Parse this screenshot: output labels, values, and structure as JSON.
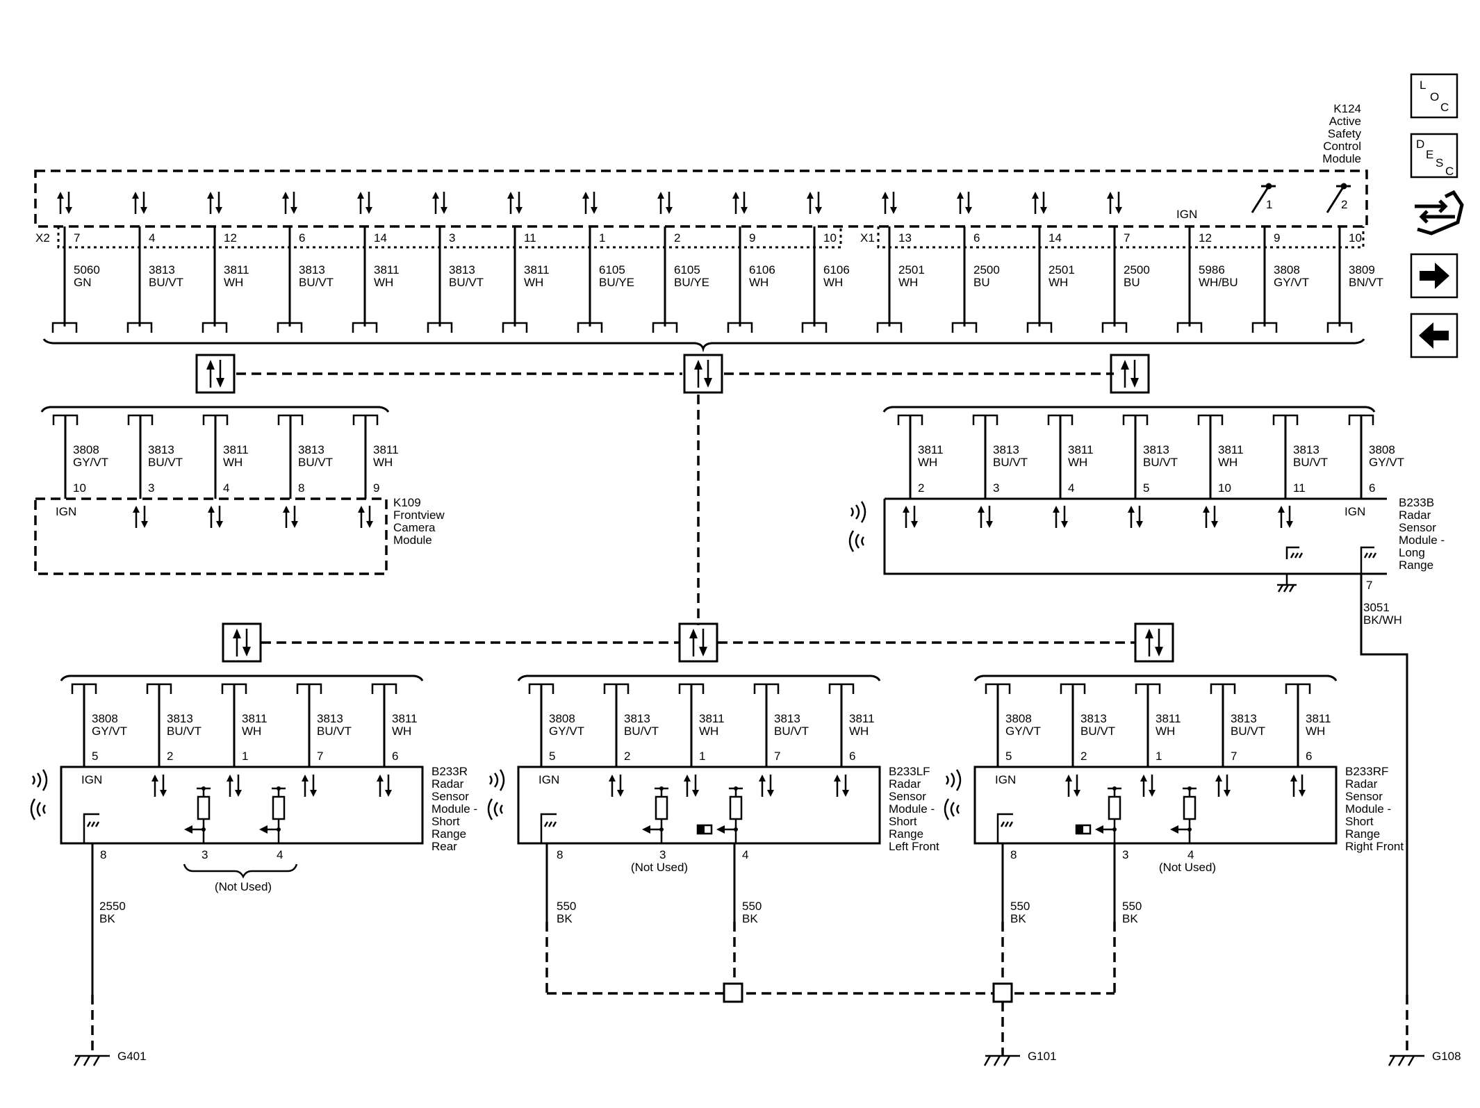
{
  "colors": {
    "line": "#000000",
    "background": "#ffffff"
  },
  "icons": [
    "loc-icon",
    "desc-icon",
    "connector-end-view-icon",
    "next-arrow-icon",
    "prev-arrow-icon"
  ],
  "nav": {
    "loc_letters": [
      "L",
      "O",
      "C"
    ],
    "desc_letters": [
      "D",
      "E",
      "S",
      "C"
    ]
  },
  "k124": {
    "label_lines": [
      "K124",
      "Active",
      "Safety",
      "Control",
      "Module"
    ],
    "x2_label": "X2",
    "x1_label": "X1",
    "ign_label": "IGN",
    "switch_numbers": [
      "1",
      "2"
    ],
    "pins": [
      {
        "pin": "7",
        "circuit": "5060",
        "color": "GN"
      },
      {
        "pin": "4",
        "circuit": "3813",
        "color": "BU/VT"
      },
      {
        "pin": "12",
        "circuit": "3811",
        "color": "WH"
      },
      {
        "pin": "6",
        "circuit": "3813",
        "color": "BU/VT"
      },
      {
        "pin": "14",
        "circuit": "3811",
        "color": "WH"
      },
      {
        "pin": "3",
        "circuit": "3813",
        "color": "BU/VT"
      },
      {
        "pin": "11",
        "circuit": "3811",
        "color": "WH"
      },
      {
        "pin": "1",
        "circuit": "6105",
        "color": "BU/YE"
      },
      {
        "pin": "2",
        "circuit": "6105",
        "color": "BU/YE"
      },
      {
        "pin": "9",
        "circuit": "6106",
        "color": "WH"
      },
      {
        "pin": "10",
        "circuit": "6106",
        "color": "WH"
      },
      {
        "pin": "13",
        "circuit": "2501",
        "color": "WH"
      },
      {
        "pin": "6",
        "circuit": "2500",
        "color": "BU"
      },
      {
        "pin": "14",
        "circuit": "2501",
        "color": "WH"
      },
      {
        "pin": "7",
        "circuit": "2500",
        "color": "BU"
      },
      {
        "pin": "12",
        "circuit": "5986",
        "color": "WH/BU"
      },
      {
        "pin": "9",
        "circuit": "3808",
        "color": "GY/VT"
      },
      {
        "pin": "10",
        "circuit": "3809",
        "color": "BN/VT"
      }
    ]
  },
  "k109": {
    "label_lines": [
      "K109",
      "Frontview",
      "Camera",
      "Module"
    ],
    "ign_label": "IGN",
    "wires": [
      {
        "pin": "10",
        "circuit": "3808",
        "color": "GY/VT"
      },
      {
        "pin": "3",
        "circuit": "3813",
        "color": "BU/VT"
      },
      {
        "pin": "4",
        "circuit": "3811",
        "color": "WH"
      },
      {
        "pin": "8",
        "circuit": "3813",
        "color": "BU/VT"
      },
      {
        "pin": "9",
        "circuit": "3811",
        "color": "WH"
      }
    ]
  },
  "b233b": {
    "label_lines": [
      "B233B",
      "Radar",
      "Sensor",
      "Module -",
      "Long",
      "Range"
    ],
    "ign_label": "IGN",
    "wires": [
      {
        "pin": "2",
        "circuit": "3811",
        "color": "WH"
      },
      {
        "pin": "3",
        "circuit": "3813",
        "color": "BU/VT"
      },
      {
        "pin": "4",
        "circuit": "3811",
        "color": "WH"
      },
      {
        "pin": "5",
        "circuit": "3813",
        "color": "BU/VT"
      },
      {
        "pin": "10",
        "circuit": "3811",
        "color": "WH"
      },
      {
        "pin": "11",
        "circuit": "3813",
        "color": "BU/VT"
      },
      {
        "pin": "6",
        "circuit": "3808",
        "color": "GY/VT"
      }
    ],
    "ground_pin": "7",
    "ground_circuit": "3051",
    "ground_color": "BK/WH"
  },
  "b233r": {
    "label_lines": [
      "B233R",
      "Radar",
      "Sensor",
      "Module -",
      "Short",
      "Range",
      "Rear"
    ],
    "ign_label": "IGN",
    "wires": [
      {
        "pin": "5",
        "circuit": "3808",
        "color": "GY/VT"
      },
      {
        "pin": "2",
        "circuit": "3813",
        "color": "BU/VT"
      },
      {
        "pin": "1",
        "circuit": "3811",
        "color": "WH"
      },
      {
        "pin": "7",
        "circuit": "3813",
        "color": "BU/VT"
      },
      {
        "pin": "6",
        "circuit": "3811",
        "color": "WH"
      }
    ],
    "bottom_pins": [
      "8",
      "3",
      "4"
    ],
    "not_used": "(Not Used)",
    "ground_circuit": "2550",
    "ground_color": "BK"
  },
  "b233lf": {
    "label_lines": [
      "B233LF",
      "Radar",
      "Sensor",
      "Module -",
      "Short",
      "Range",
      "Left Front"
    ],
    "ign_label": "IGN",
    "wires": [
      {
        "pin": "5",
        "circuit": "3808",
        "color": "GY/VT"
      },
      {
        "pin": "2",
        "circuit": "3813",
        "color": "BU/VT"
      },
      {
        "pin": "1",
        "circuit": "3811",
        "color": "WH"
      },
      {
        "pin": "7",
        "circuit": "3813",
        "color": "BU/VT"
      },
      {
        "pin": "6",
        "circuit": "3811",
        "color": "WH"
      }
    ],
    "bottom_pins": [
      "8",
      "3",
      "4"
    ],
    "not_used": "(Not Used)",
    "gnd1_circuit": "550",
    "gnd1_color": "BK",
    "gnd2_circuit": "550",
    "gnd2_color": "BK"
  },
  "b233rf": {
    "label_lines": [
      "B233RF",
      "Radar",
      "Sensor",
      "Module -",
      "Short",
      "Range",
      "Right Front"
    ],
    "ign_label": "IGN",
    "wires": [
      {
        "pin": "5",
        "circuit": "3808",
        "color": "GY/VT"
      },
      {
        "pin": "2",
        "circuit": "3813",
        "color": "BU/VT"
      },
      {
        "pin": "1",
        "circuit": "3811",
        "color": "WH"
      },
      {
        "pin": "7",
        "circuit": "3813",
        "color": "BU/VT"
      },
      {
        "pin": "6",
        "circuit": "3811",
        "color": "WH"
      }
    ],
    "bottom_pins": [
      "8",
      "3",
      "4"
    ],
    "not_used": "(Not Used)",
    "gnd1_circuit": "550",
    "gnd1_color": "BK",
    "gnd2_circuit": "550",
    "gnd2_color": "BK"
  },
  "grounds": [
    "G401",
    "G101",
    "G108"
  ]
}
